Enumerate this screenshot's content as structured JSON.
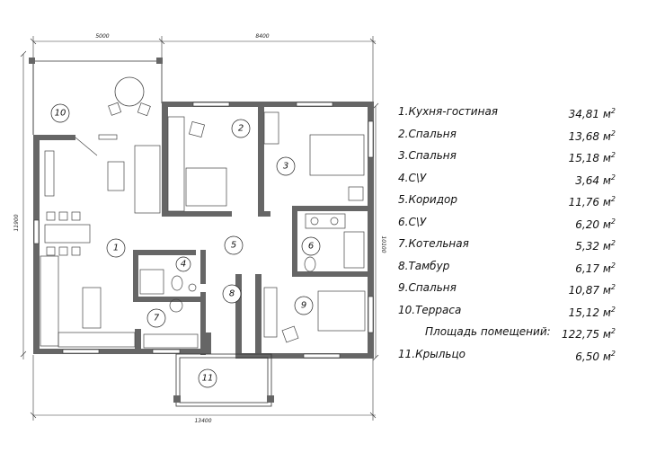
{
  "dimensions": {
    "top_left": "5000",
    "top_right": "8400",
    "bottom": "13400",
    "left": "11900",
    "right": "10100"
  },
  "rooms": [
    {
      "num": "1",
      "name": "1.Кухня-гостиная",
      "area": "34,81"
    },
    {
      "num": "2",
      "name": "2.Спальня",
      "area": "13,68"
    },
    {
      "num": "3",
      "name": "3.Спальня",
      "area": "15,18"
    },
    {
      "num": "4",
      "name": "4.С\\У",
      "area": "3,64"
    },
    {
      "num": "5",
      "name": "5.Коридор",
      "area": "11,76"
    },
    {
      "num": "6",
      "name": "6.С\\У",
      "area": "6,20"
    },
    {
      "num": "7",
      "name": "7.Котельная",
      "area": "5,32"
    },
    {
      "num": "8",
      "name": "8.Тамбур",
      "area": "6,17"
    },
    {
      "num": "9",
      "name": "9.Спальня",
      "area": "10,87"
    },
    {
      "num": "10",
      "name": "10.Терраса",
      "area": "15,12"
    },
    {
      "num": "11",
      "name": "11.Крыльцо",
      "area": "6,50"
    }
  ],
  "total": {
    "label": "Площадь помещений:",
    "area": "122,75"
  },
  "unit": "м",
  "unit_exp": "2"
}
